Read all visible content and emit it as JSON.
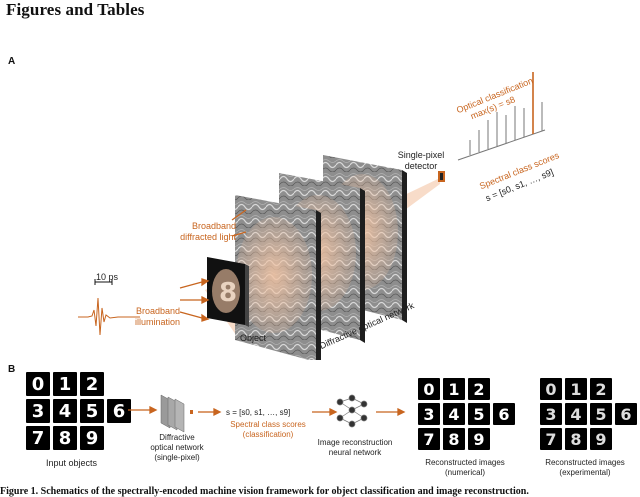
{
  "page_title": "Figures and Tables",
  "panel_a": {
    "letter": "A",
    "pulse_label": "10 ps",
    "broadband_illumination": "Broadband\nillumination",
    "broadband_diffracted": "Broadband\ndiffracted light",
    "object_label": "Object",
    "network_label": "Diffractive optical network",
    "detector_label": "Single-pixel\ndetector",
    "optical_classification": "Optical classification",
    "max_formula": "max(s) = s8",
    "spectral_scores": "Spectral class scores",
    "scores_formula": "s = [s0, s1, …, s9]",
    "object_digit": "8"
  },
  "panel_b": {
    "letter": "B",
    "input_digits": [
      "0",
      "1",
      "2",
      "3",
      "4",
      "5",
      "6",
      "7",
      "8",
      "9"
    ],
    "input_label": "Input objects",
    "diffractive_label": "Diffractive\noptical network\n(single-pixel)",
    "scores_formula": "s = [s0, s1, …, s9]",
    "spectral_scores_label": "Spectral class scores\n(classification)",
    "nn_label": "Image reconstruction\nneural network",
    "recon_numerical_label": "Reconstructed images\n(numerical)",
    "recon_experimental_label": "Reconstructed images\n(experimental)"
  },
  "caption": "Figure 1. Schematics of the spectrally-encoded machine vision framework for object classification and image reconstruction.",
  "colors": {
    "accent": "#c8651f",
    "dark": "#111111"
  }
}
